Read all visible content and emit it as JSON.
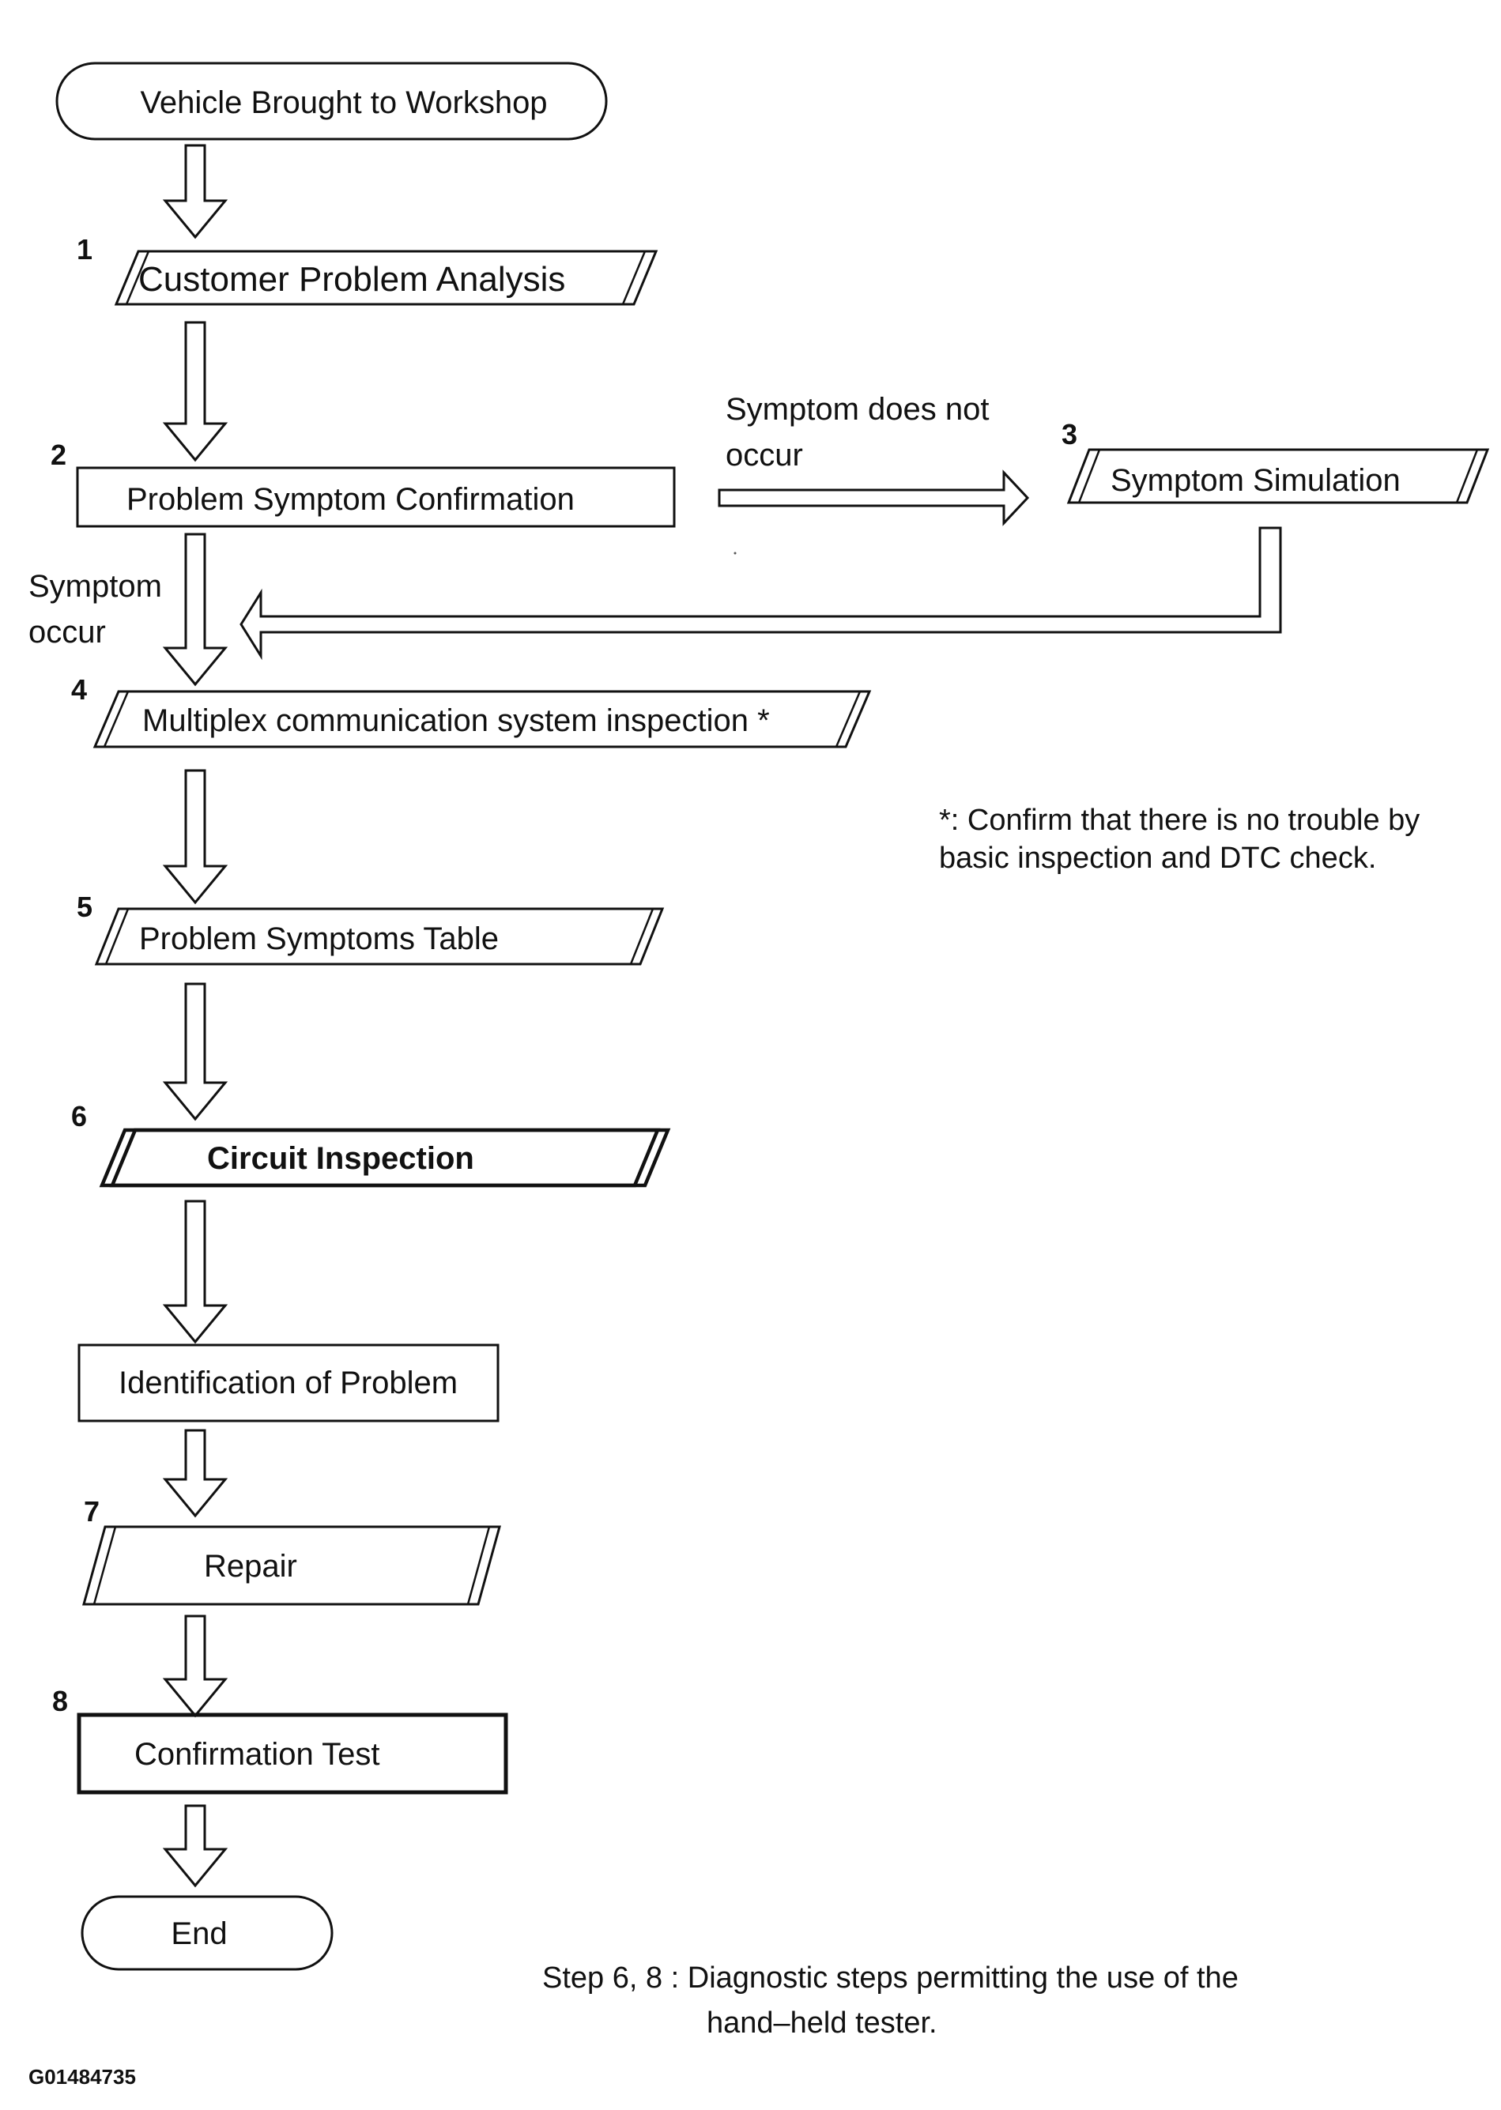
{
  "start": {
    "label": "Vehicle Brought to Workshop"
  },
  "steps": [
    {
      "number": "1",
      "label": "Customer Problem Analysis"
    },
    {
      "number": "2",
      "label": "Problem Symptom Confirmation"
    },
    {
      "number": "3",
      "label": "Symptom Simulation"
    },
    {
      "number": "4",
      "label": "Multiplex communication system inspection *"
    },
    {
      "number": "5",
      "label": "Problem Symptoms Table"
    },
    {
      "number": "6",
      "label": "Circuit Inspection"
    },
    {
      "number": "",
      "label": "Identification of Problem"
    },
    {
      "number": "7",
      "label": "Repair"
    },
    {
      "number": "8",
      "label": "Confirmation Test"
    }
  ],
  "end": {
    "label": "End"
  },
  "branches": {
    "not_occur_line1": "Symptom does not",
    "not_occur_line2": "occur",
    "occur_line1": "Symptom",
    "occur_line2": "occur"
  },
  "notes": {
    "asterisk_line1": "*: Confirm that there is no trouble by",
    "asterisk_line2": "basic inspection and DTC check.",
    "steps_line1": "Step 6, 8 : Diagnostic steps permitting the use of the",
    "steps_line2": "hand–held tester."
  },
  "figure_id": "G01484735"
}
